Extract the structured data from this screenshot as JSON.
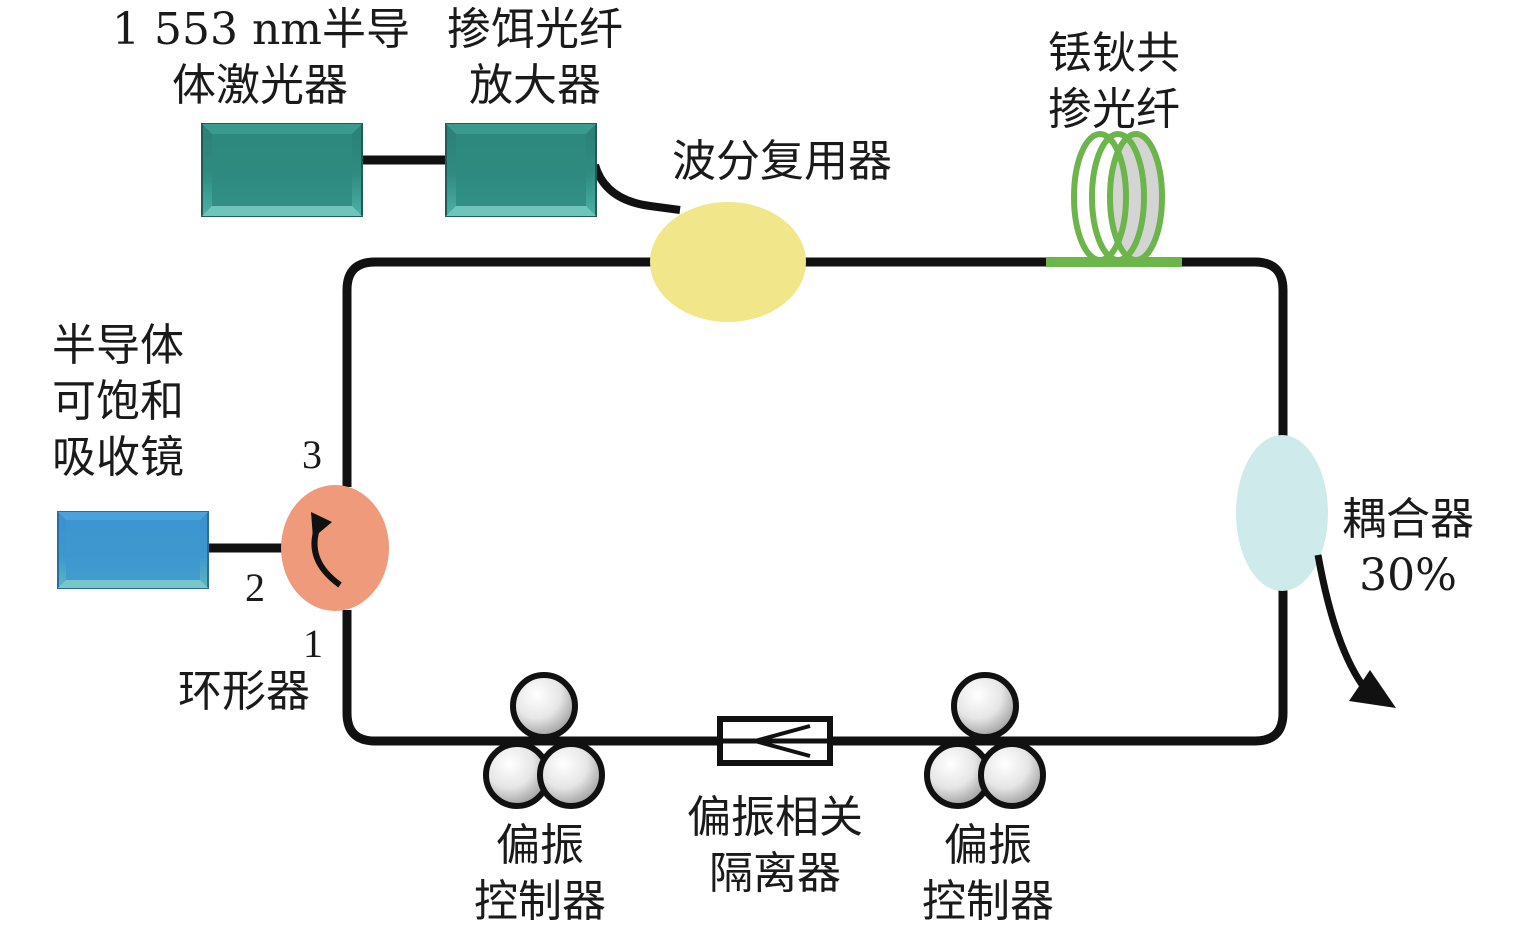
{
  "labels": {
    "laser": [
      "1 553 nm半导",
      "体激光器"
    ],
    "edfa": [
      "掺饵光纤",
      "放大器"
    ],
    "wdm": "波分复用器",
    "fiber": [
      "铥钬共",
      "掺光纤"
    ],
    "sesam": [
      "半导体",
      "可饱和",
      "吸收镜"
    ],
    "circulator": "环形器",
    "coupler": [
      "耦合器",
      "30%"
    ],
    "pc_left": [
      "偏振",
      "控制器"
    ],
    "isolator": [
      "偏振相关",
      "隔离器"
    ],
    "pc_right": [
      "偏振",
      "控制器"
    ]
  },
  "ports": {
    "p1": "1",
    "p2": "2",
    "p3": "3"
  },
  "colors": {
    "fiber_line": "#111111",
    "laser_box": "#2f8a80",
    "sesam_box": "#3f95cf",
    "wdm": "#f1e78a",
    "coupler": "#cfeaea",
    "circulator": "#ef9a7a",
    "doped_fiber": "#6cb54a"
  }
}
